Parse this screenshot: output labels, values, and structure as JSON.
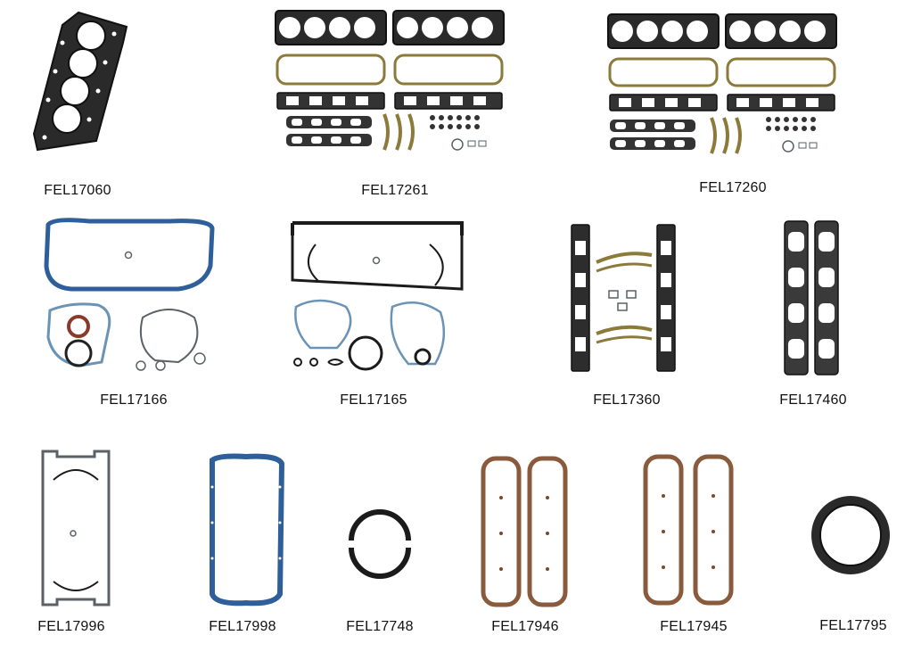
{
  "parts": [
    {
      "part_number": "FEL17060"
    },
    {
      "part_number": "FEL17261"
    },
    {
      "part_number": "FEL17260"
    },
    {
      "part_number": "FEL17166"
    },
    {
      "part_number": "FEL17165"
    },
    {
      "part_number": "FEL17360"
    },
    {
      "part_number": "FEL17460"
    },
    {
      "part_number": "FEL17996"
    },
    {
      "part_number": "FEL17998"
    },
    {
      "part_number": "FEL17748"
    },
    {
      "part_number": "FEL17946"
    },
    {
      "part_number": "FEL17945"
    },
    {
      "part_number": "FEL17795"
    }
  ],
  "colors": {
    "background": "#ffffff",
    "label_text": "#111111",
    "gasket_black": "#1b1b1b",
    "gasket_blue": "#2f5f9a",
    "gasket_cork": "#8a5a3c"
  }
}
